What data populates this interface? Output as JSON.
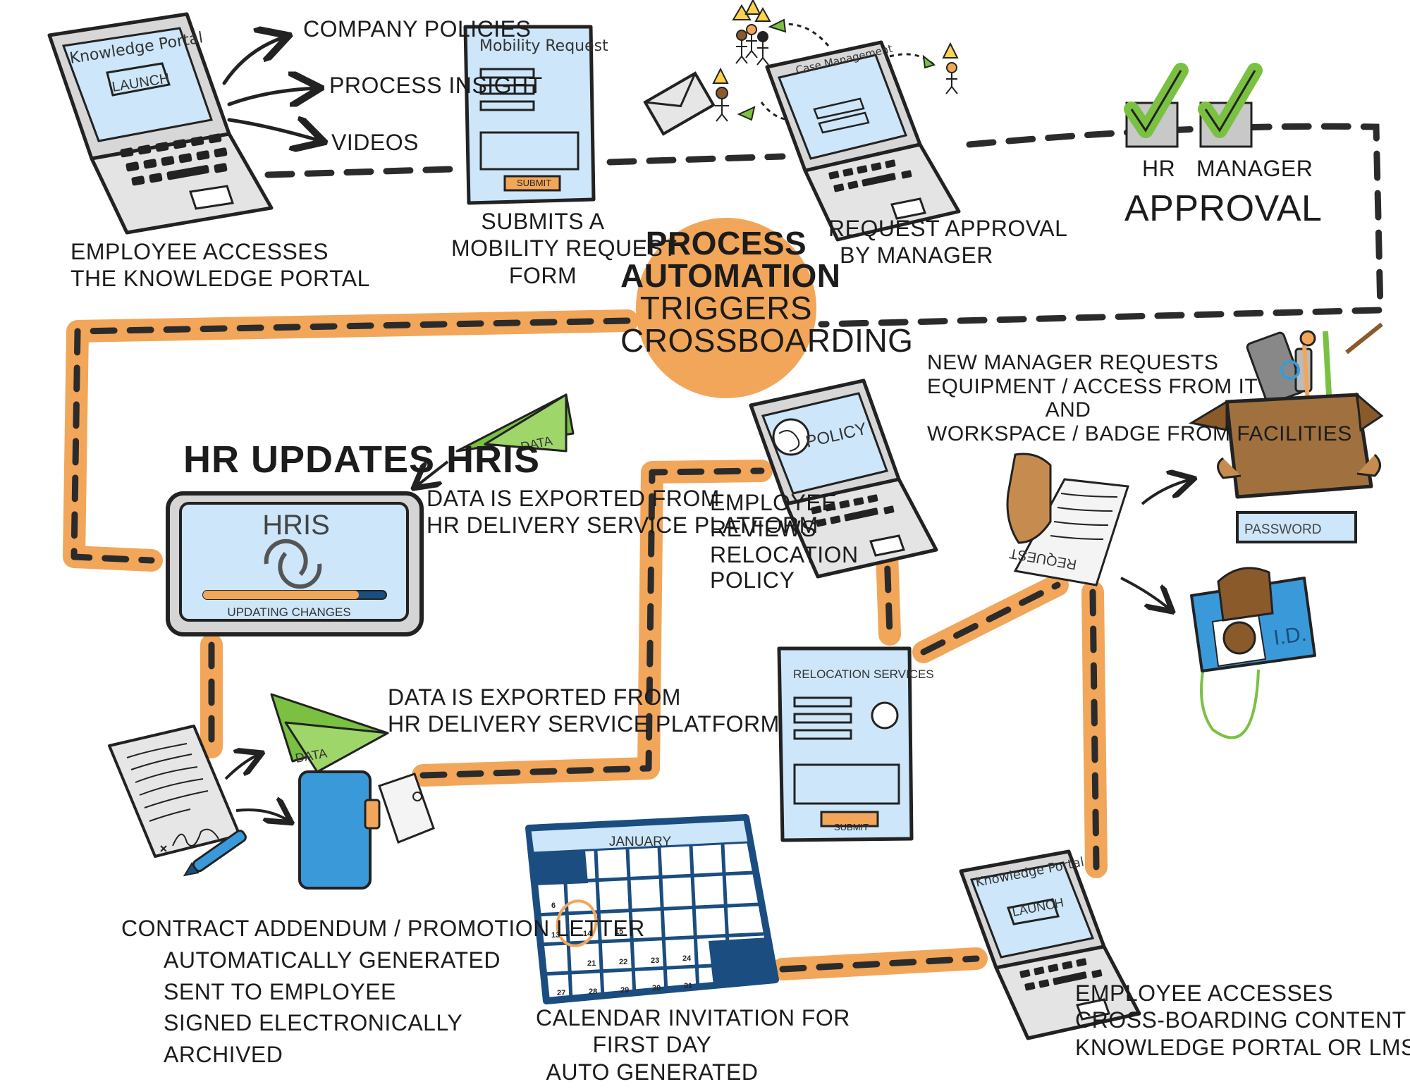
{
  "portal_top": {
    "screen_title": "Knowledge Portal",
    "button": "LAUNCH",
    "links": [
      "COMPANY POLICIES",
      "PROCESS INSIGHT",
      "VIDEOS"
    ],
    "caption": [
      "EMPLOYEE ACCESSES",
      "THE KNOWLEDGE PORTAL"
    ]
  },
  "mobility_form": {
    "title": "Mobility Request",
    "submit": "SUBMIT",
    "caption": [
      "SUBMITS A",
      "MOBILITY REQUEST",
      "FORM"
    ]
  },
  "case_management": {
    "title": "Case Management",
    "caption": [
      "REQUEST APPROVAL",
      "BY MANAGER"
    ]
  },
  "approval": {
    "labels": [
      "HR",
      "MANAGER"
    ],
    "title": "APPROVAL"
  },
  "center": {
    "lines": [
      "PROCESS",
      "AUTOMATION",
      "TRIGGERS",
      "CROSSBOARDING"
    ]
  },
  "hris": {
    "heading": "HR UPDATES HRIS",
    "screen_title": "HRIS",
    "status": "UPDATING CHANGES",
    "progress": 0.85
  },
  "data_export_1": {
    "plane_label": "DATA",
    "caption": [
      "DATA IS EXPORTED FROM",
      "HR DELIVERY SERVICE PLATFORM"
    ]
  },
  "data_export_2": {
    "plane_label": "DATA",
    "caption": [
      "DATA IS EXPORTED FROM",
      "HR DELIVERY SERVICE PLATFORM"
    ]
  },
  "policy": {
    "screen_title": "POLICY",
    "caption": [
      "EMPLOYEE",
      "REVIEWS",
      "RELOCATION",
      "POLICY"
    ]
  },
  "equipment": {
    "caption": [
      "NEW MANAGER REQUESTS",
      "EQUIPMENT / ACCESS FROM IT",
      "AND",
      "WORKSPACE / BADGE FROM FACILITIES"
    ],
    "request_label": "REQUEST",
    "password_label": "PASSWORD",
    "badge_label": "I.D."
  },
  "relocation": {
    "title": "RELOCATION SERVICES",
    "submit": "SUBMIT"
  },
  "contract": {
    "caption": [
      "CONTRACT ADDENDUM / PROMOTION LETTER",
      "AUTOMATICALLY GENERATED",
      "SENT TO EMPLOYEE",
      "SIGNED ELECTRONICALLY",
      "ARCHIVED"
    ]
  },
  "calendar": {
    "month": "JANUARY",
    "days": [
      "6",
      "13",
      "14",
      "15",
      "21",
      "22",
      "23",
      "24",
      "27",
      "28",
      "29",
      "30",
      "31"
    ],
    "caption": [
      "CALENDAR INVITATION FOR",
      "FIRST DAY",
      "AUTO GENERATED"
    ]
  },
  "portal_bottom": {
    "screen_title": "Knowledge Portal",
    "button": "LAUNCH",
    "caption": [
      "EMPLOYEE ACCESSES",
      "CROSS-BOARDING CONTENT IN",
      "KNOWLEDGE PORTAL OR LMS"
    ]
  },
  "colors": {
    "orange": "#F2A65A",
    "dash": "#2b2b2b",
    "screen": "#CDE6F9",
    "green": "#7AC142",
    "navy": "#1B4D80",
    "blue": "#3A9AD9",
    "box": "#A0713F"
  }
}
